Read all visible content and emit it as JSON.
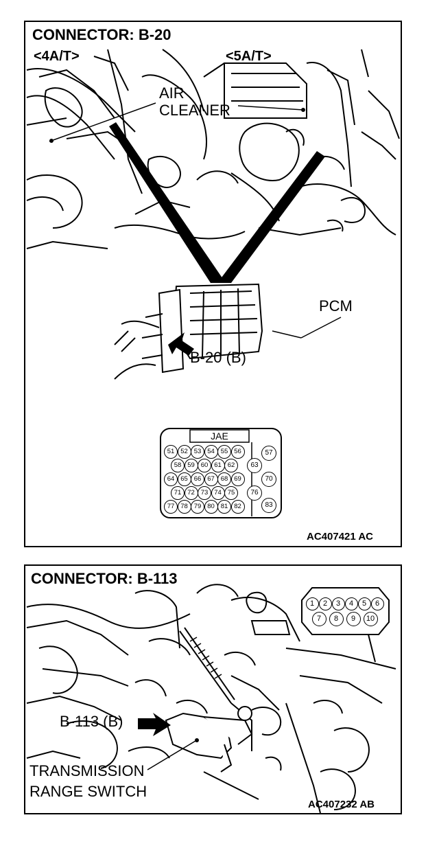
{
  "panel1": {
    "title": "CONNECTOR: B-20",
    "variant_left": "<4A/T>",
    "variant_right": "<5A/T>",
    "label_air_cleaner_1": "AIR",
    "label_air_cleaner_2": "CLEANER",
    "label_pcm": "PCM",
    "label_connector": "B-20 (B)",
    "connector_type": "JAE",
    "pins_row1": [
      "51",
      "52",
      "53",
      "54",
      "55",
      "56"
    ],
    "pins_row2": [
      "58",
      "59",
      "60",
      "61",
      "62"
    ],
    "pins_row3": [
      "64",
      "65",
      "66",
      "67",
      "68",
      "69"
    ],
    "pins_row4": [
      "71",
      "72",
      "73",
      "74",
      "75"
    ],
    "pins_row5": [
      "77",
      "78",
      "79",
      "80",
      "81",
      "82"
    ],
    "pins_right": [
      "57",
      "63",
      "70",
      "76",
      "83"
    ],
    "code": "AC407421 AC"
  },
  "panel2": {
    "title": "CONNECTOR: B-113",
    "label_connector": "B-113 (B)",
    "label_switch_1": "TRANSMISSION",
    "label_switch_2": "RANGE SWITCH",
    "pins_top": [
      "1",
      "2",
      "3",
      "4",
      "5",
      "6"
    ],
    "pins_bottom": [
      "7",
      "8",
      "9",
      "10"
    ],
    "code": "AC407232 AB"
  }
}
